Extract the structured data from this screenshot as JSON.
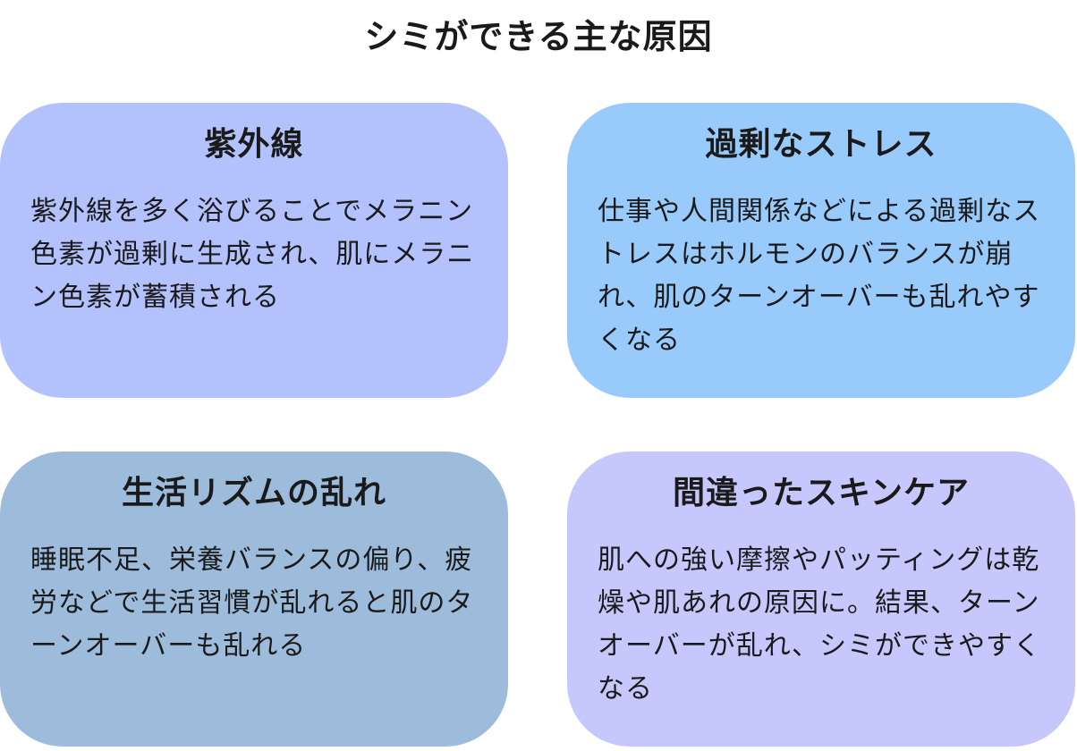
{
  "title": "シミができる主な原因",
  "cards": [
    {
      "title": "紫外線",
      "body": "紫外線を多く浴びることでメラニン色素が過剰に生成され、肌にメラニン色素が蓄積される",
      "color": "#b3c1fd"
    },
    {
      "title": "過剰なストレス",
      "body": "仕事や人間関係などによる過剰なストレスはホルモンのバランスが崩れ、肌のターンオーバーも乱れやすくなる",
      "color": "#99cafc"
    },
    {
      "title": "生活リズムの乱れ",
      "body": "睡眠不足、栄養バランスの偏り、疲労などで生活習慣が乱れると肌のターンオーバーも乱れる",
      "color": "#9dbcdc"
    },
    {
      "title": "間違ったスキンケア",
      "body": "肌への強い摩擦やパッティングは乾燥や肌あれの原因に。結果、ターンオーバーが乱れ、シミができやすくなる",
      "color": "#c6c8fd"
    }
  ]
}
